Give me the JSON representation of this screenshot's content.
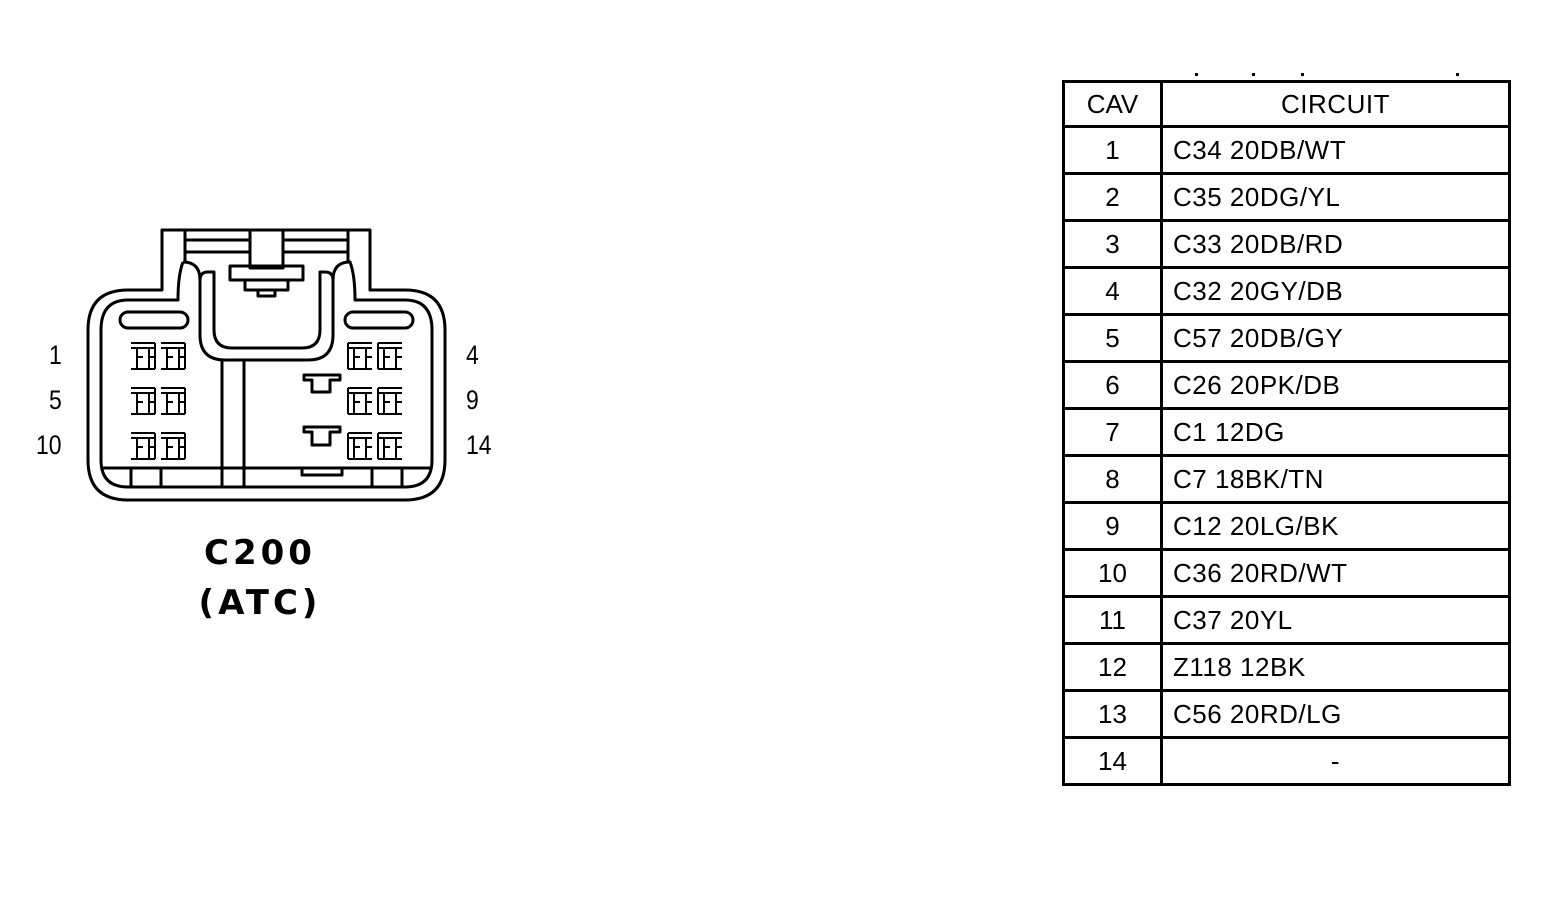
{
  "connector": {
    "name": "C200",
    "subtitle": "(ATC)",
    "pin_labels": {
      "left": [
        "1",
        "5",
        "10"
      ],
      "right": [
        "4",
        "9",
        "14"
      ]
    }
  },
  "table": {
    "headers": {
      "cav": "CAV",
      "circuit": "CIRCUIT"
    },
    "rows": [
      {
        "cav": "1",
        "circuit": "C34 20DB/WT"
      },
      {
        "cav": "2",
        "circuit": "C35 20DG/YL"
      },
      {
        "cav": "3",
        "circuit": "C33 20DB/RD"
      },
      {
        "cav": "4",
        "circuit": "C32 20GY/DB"
      },
      {
        "cav": "5",
        "circuit": "C57 20DB/GY"
      },
      {
        "cav": "6",
        "circuit": "C26 20PK/DB"
      },
      {
        "cav": "7",
        "circuit": "C1 12DG"
      },
      {
        "cav": "8",
        "circuit": "C7 18BK/TN"
      },
      {
        "cav": "9",
        "circuit": "C12 20LG/BK"
      },
      {
        "cav": "10",
        "circuit": "C36 20RD/WT"
      },
      {
        "cav": "11",
        "circuit": "C37 20YL"
      },
      {
        "cav": "12",
        "circuit": "Z118 12BK"
      },
      {
        "cav": "13",
        "circuit": "C56 20RD/LG"
      },
      {
        "cav": "14",
        "circuit": "-"
      }
    ]
  }
}
